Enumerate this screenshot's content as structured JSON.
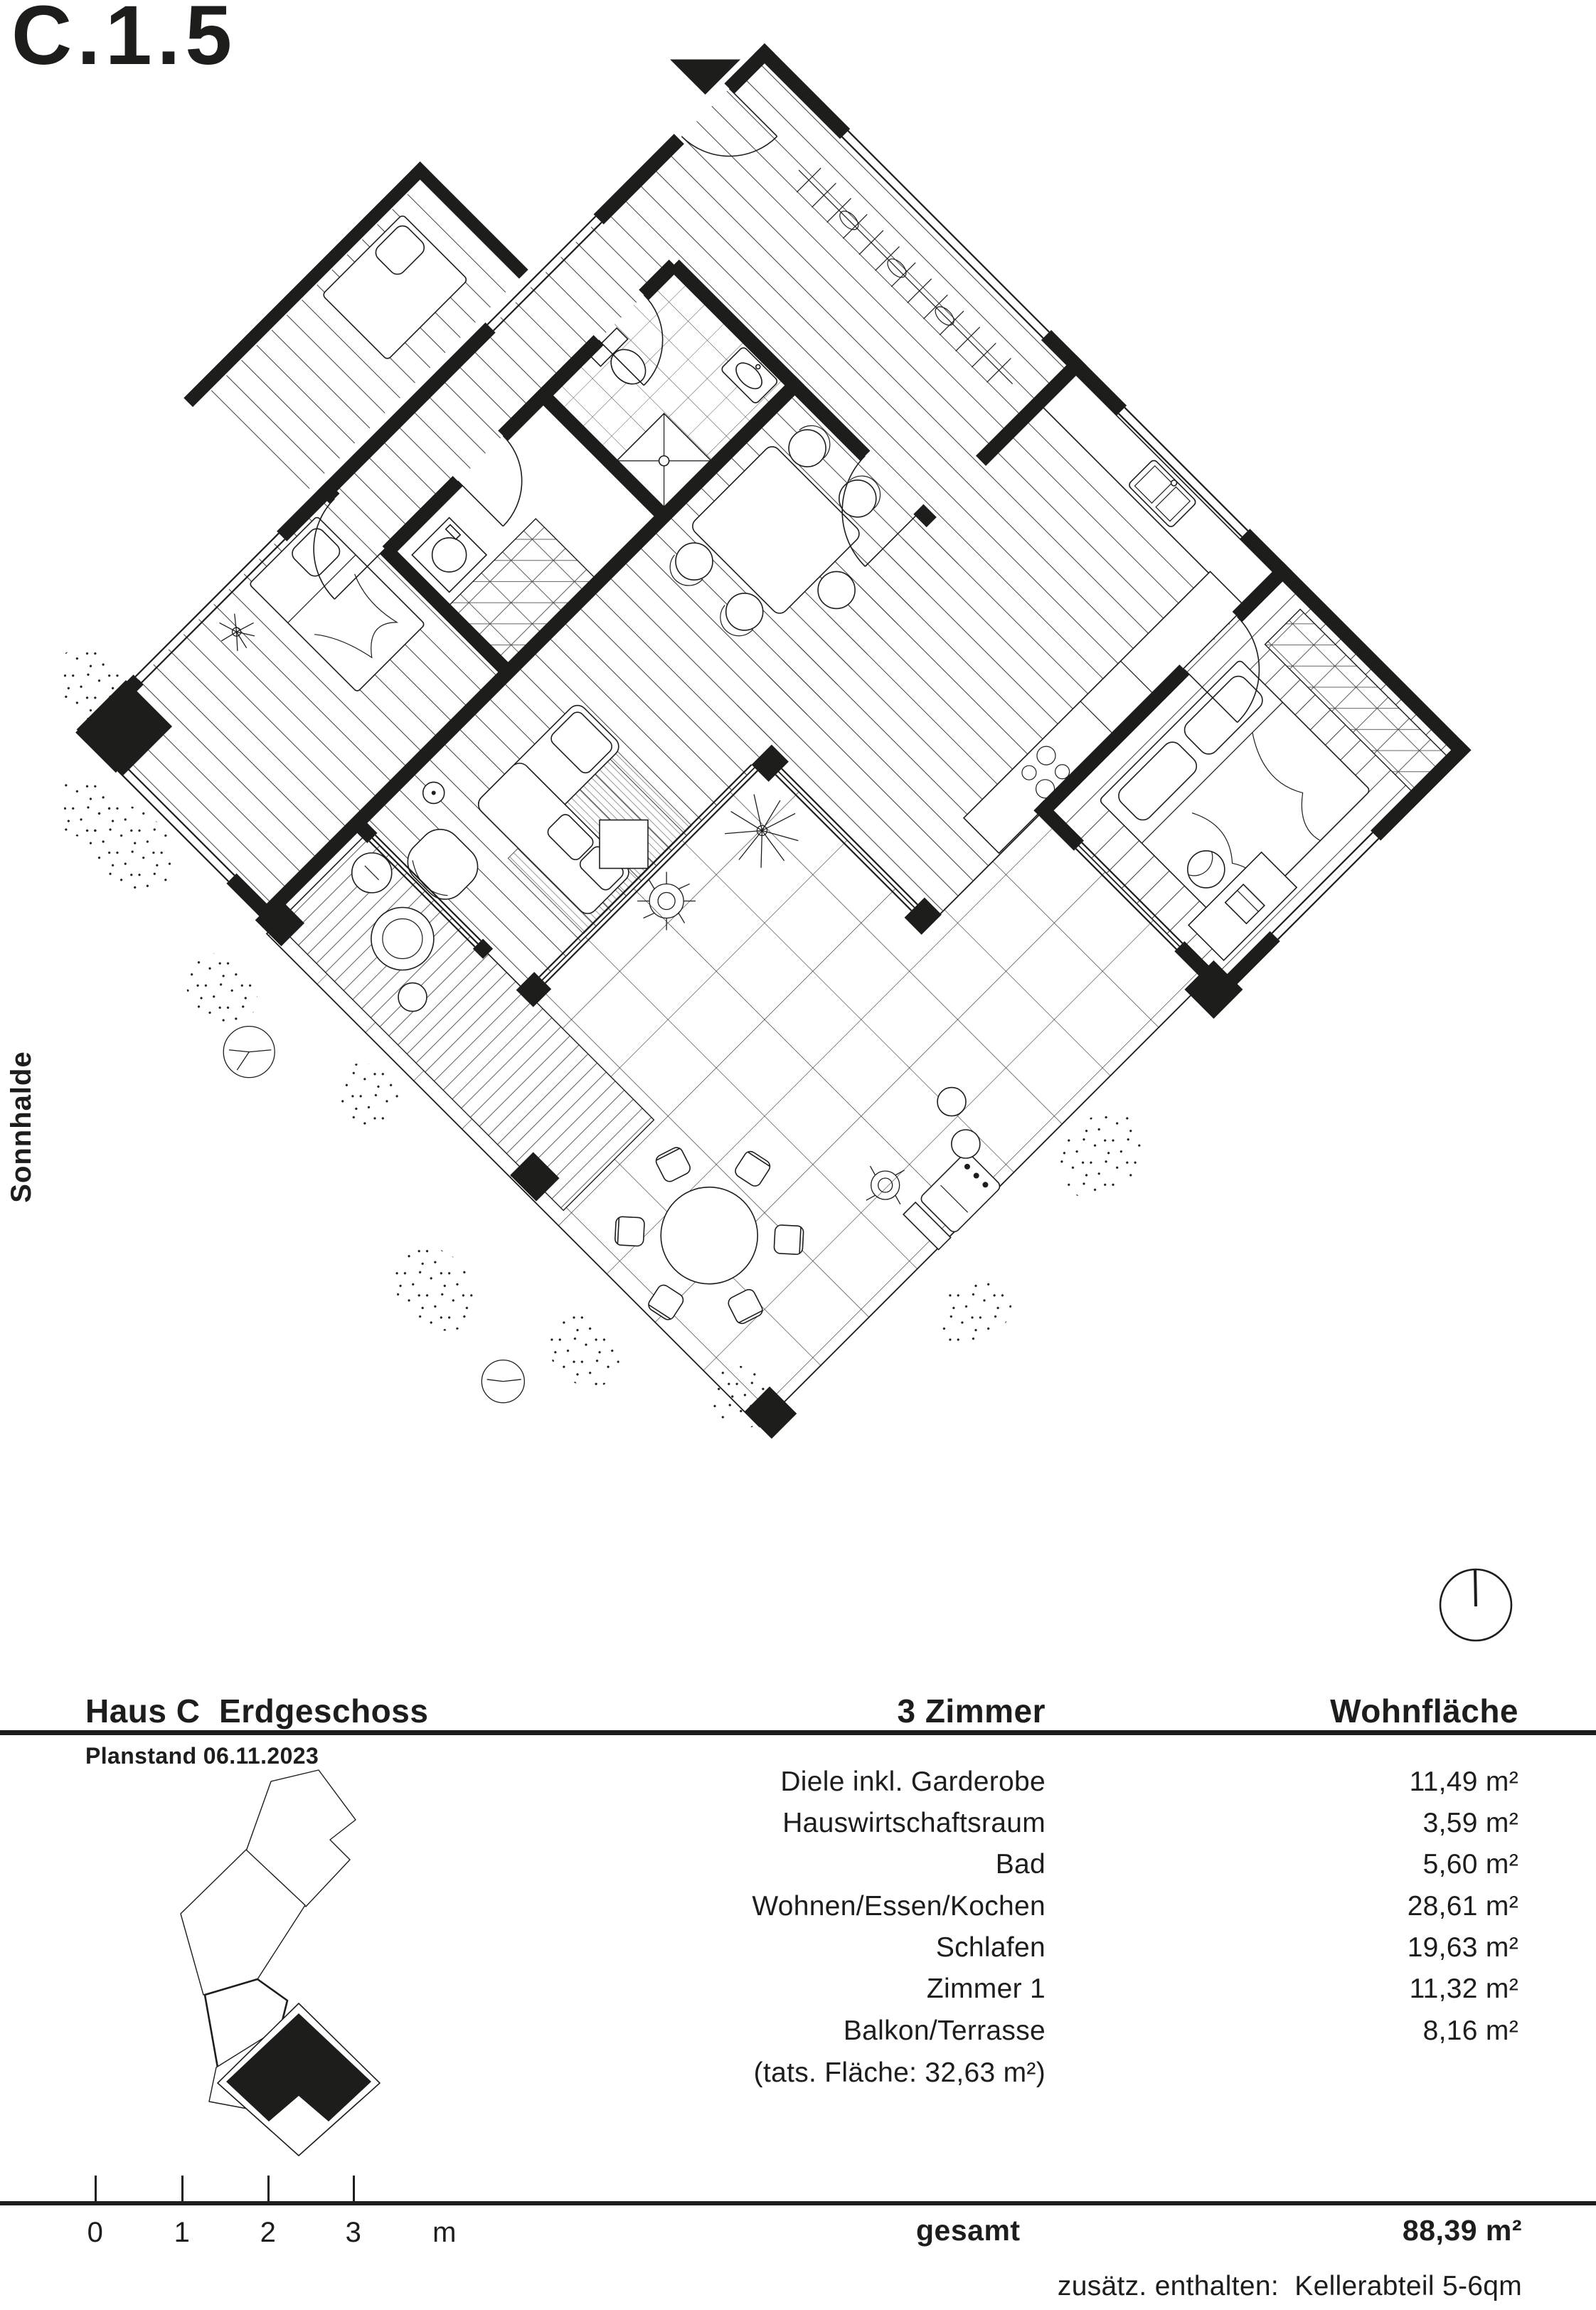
{
  "unit_id": "C.1.5",
  "street_label": "Sonnhalde",
  "header": {
    "building": "Haus C  Erdgeschoss",
    "rooms_col": "3 Zimmer",
    "area_col": "Wohnfläche",
    "plan_date": "Planstand 06.11.2023"
  },
  "rooms": [
    {
      "label": "Diele inkl. Garderobe",
      "value": "11,49 m²"
    },
    {
      "label": "Hauswirtschaftsraum",
      "value": "3,59 m²"
    },
    {
      "label": "Bad",
      "value": "5,60 m²"
    },
    {
      "label": "Wohnen/Essen/Kochen",
      "value": "28,61 m²"
    },
    {
      "label": "Schlafen",
      "value": "19,63 m²"
    },
    {
      "label": "Zimmer 1",
      "value": "11,32 m²"
    },
    {
      "label": "Balkon/Terrasse",
      "value": "8,16 m²"
    }
  ],
  "area_note": "(tats. Fläche: 32,63 m²)",
  "total": {
    "label": "gesamt",
    "value": "88,39 m²"
  },
  "extra_note": "zusätz. enthalten:  Kellerabteil 5-6qm",
  "scale_bar": {
    "ticks": [
      "0",
      "1",
      "2",
      "3"
    ],
    "unit": "m"
  },
  "icons": {
    "north_indicator": "compass-circle-north-line",
    "entrance_marker": "black-entrance-triangle",
    "site_plan": "building-site-plan-with-highlighted-unit"
  }
}
